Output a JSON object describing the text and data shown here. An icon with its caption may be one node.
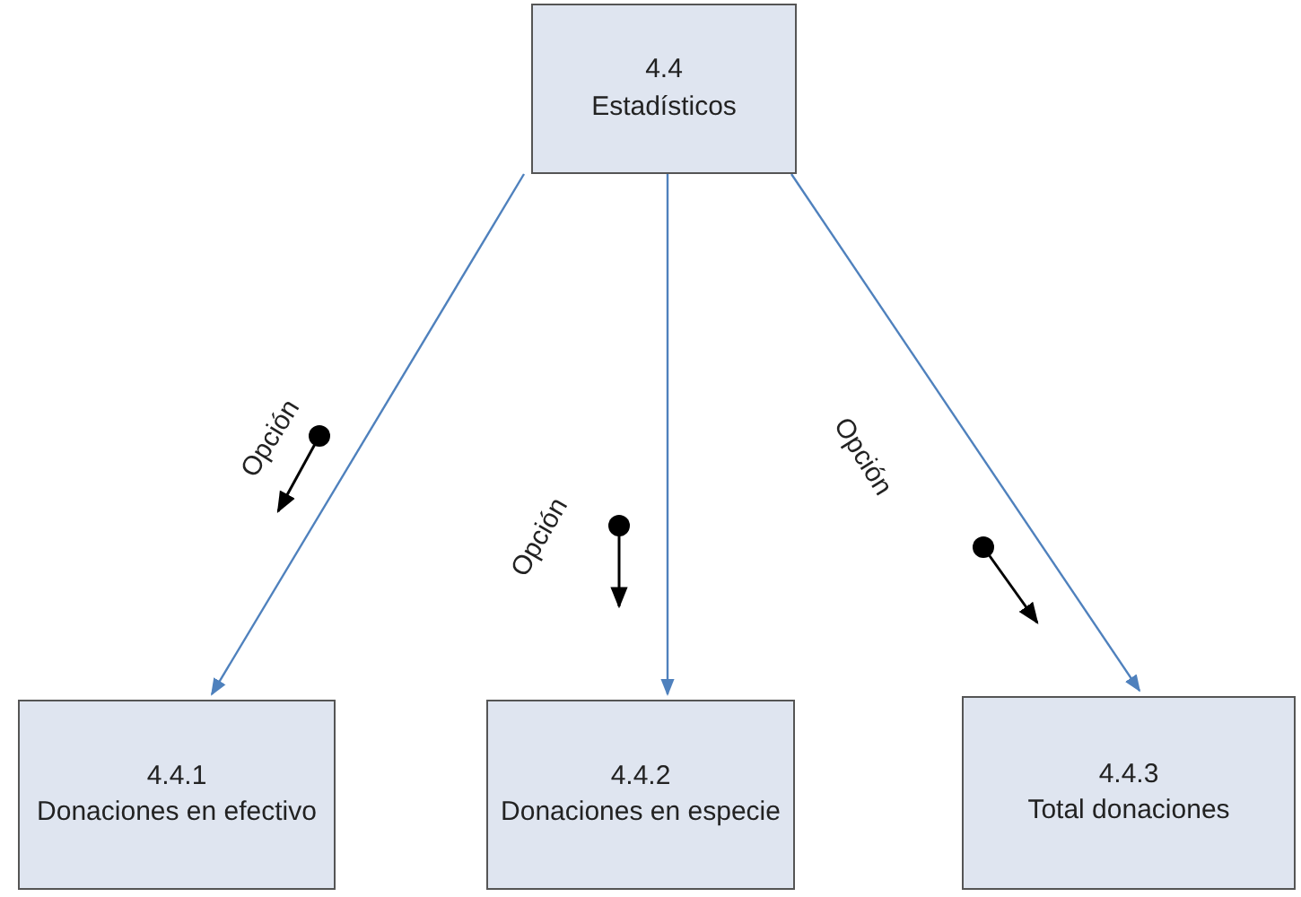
{
  "diagram": {
    "nodes": [
      {
        "text": [
          "4.4",
          "Estadísticos"
        ]
      },
      {
        "text": [
          "4.4.1",
          "Donaciones en efectivo"
        ]
      },
      {
        "text": [
          "4.4.2",
          "Donaciones en especie"
        ]
      },
      {
        "text": [
          "4.4.3",
          "Total donaciones"
        ]
      }
    ],
    "edges": [
      {
        "from": 0,
        "to": 1,
        "arrow": "to",
        "label": "Opción"
      },
      {
        "from": 0,
        "to": 2,
        "arrow": "to",
        "label": "Opción"
      },
      {
        "from": 0,
        "to": 3,
        "arrow": "to",
        "label": "Opción"
      }
    ]
  }
}
